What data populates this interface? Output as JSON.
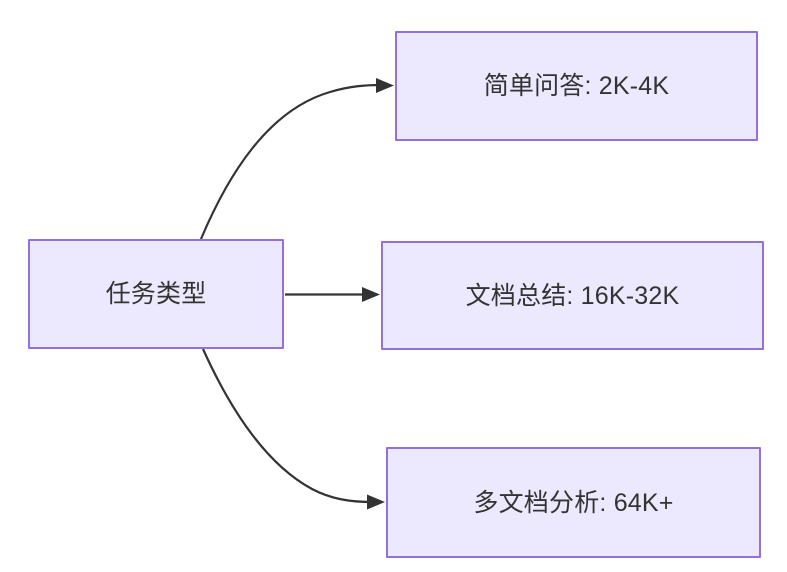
{
  "diagram": {
    "type": "flowchart",
    "direction": "left-to-right",
    "background_color": "#ffffff",
    "node_fill_color": "#ece8fd",
    "node_border_color": "#9370db",
    "node_text_color": "#333333",
    "edge_color": "#333333",
    "source": {
      "id": "node-source",
      "label": "任务类型"
    },
    "targets": [
      {
        "id": "node-t1",
        "label": "简单问答: 2K-4K"
      },
      {
        "id": "node-t2",
        "label": "文档总结: 16K-32K"
      },
      {
        "id": "node-t3",
        "label": "多文档分析: 64K+"
      }
    ],
    "edges": [
      {
        "from": "任务类型",
        "to": "简单问答: 2K-4K",
        "style": "curved-arrow"
      },
      {
        "from": "任务类型",
        "to": "文档总结: 16K-32K",
        "style": "straight-arrow"
      },
      {
        "from": "任务类型",
        "to": "多文档分析: 64K+",
        "style": "curved-arrow"
      }
    ]
  }
}
